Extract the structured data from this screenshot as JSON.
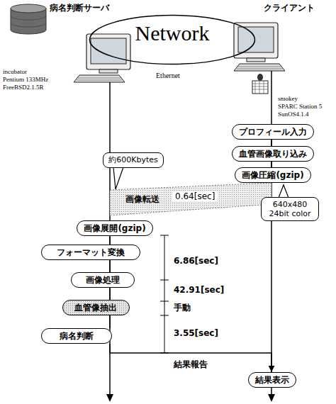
{
  "diagram": {
    "nodes": [
      {
        "text": [
          "Network"
        ]
      },
      {
        "text": [
          "プロフィール入力"
        ]
      },
      {
        "text": [
          "血管画像取り込み"
        ]
      },
      {
        "text": [
          "画像圧縮(gzip)"
        ]
      },
      {
        "text": [
          "約600Kbytes"
        ]
      },
      {
        "text": [
          "画像転送",
          "0.64[sec]"
        ]
      },
      {
        "text": [
          "640x480 24bit color"
        ]
      },
      {
        "text": [
          "画像展開(gzip)"
        ]
      },
      {
        "text": [
          "フォーマット変換"
        ]
      },
      {
        "text": [
          "画像処理"
        ]
      },
      {
        "text": [
          "血管像抽出"
        ]
      },
      {
        "text": [
          "病名判断"
        ]
      },
      {
        "text": [
          "結果表示"
        ]
      }
    ],
    "edges": [
      {
        "from": 1,
        "to": 2,
        "arrow": "none"
      },
      {
        "from": 2,
        "to": 3,
        "arrow": "none"
      },
      {
        "from": 7,
        "to": 8,
        "arrow": "none"
      },
      {
        "from": 8,
        "to": 9,
        "arrow": "none"
      },
      {
        "from": 9,
        "to": 10,
        "arrow": "none"
      },
      {
        "from": 10,
        "to": 11,
        "arrow": "none"
      },
      {
        "from": 11,
        "to": 12,
        "label": "結果報告",
        "arrow": "to"
      }
    ],
    "labels": [
      "病名判断サーバ",
      "incubator",
      "Pentium 133MHz",
      "FreeBSD2.1.5R",
      "クライアント",
      "Ethernet",
      "smokey",
      "SPARC Station 5",
      "SunOS4.1.4",
      "6.86[sec]",
      "42.91[sec]",
      "手動",
      "3.55[sec]"
    ]
  }
}
